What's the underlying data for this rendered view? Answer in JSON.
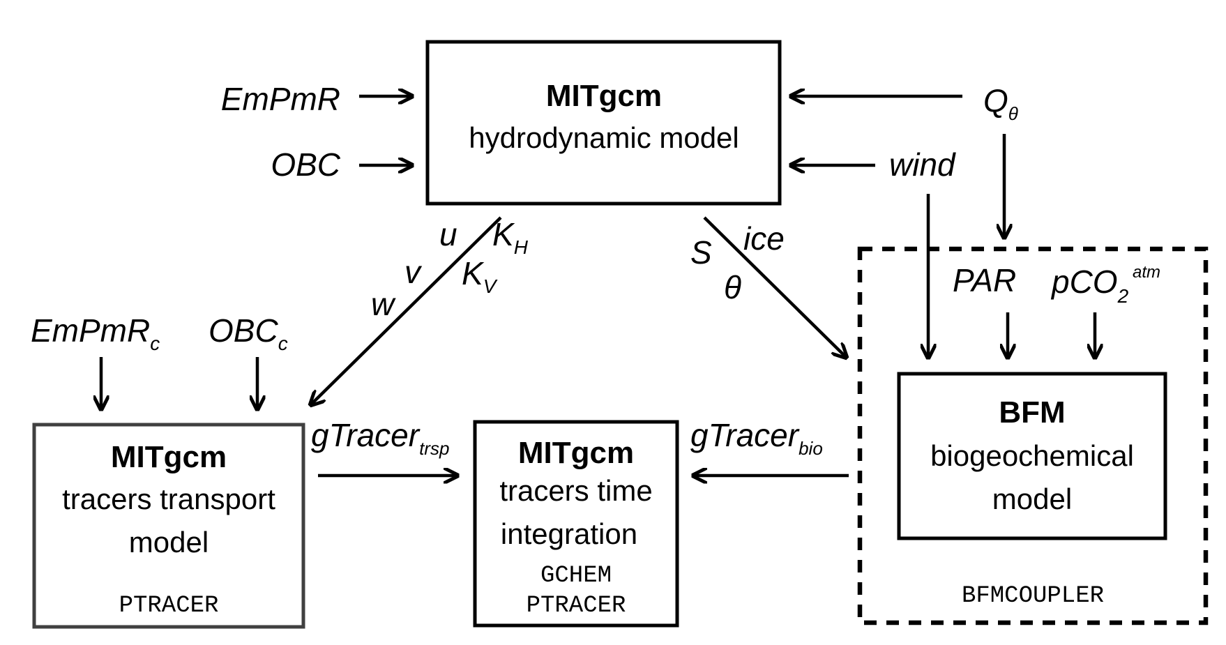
{
  "boxes": {
    "hydro": {
      "title": "MITgcm",
      "line1": "hydrodynamic model"
    },
    "transport": {
      "title": "MITgcm",
      "line1": "tracers transport",
      "line2": "model",
      "package": "PTRACER"
    },
    "integration": {
      "title": "MITgcm",
      "line1": "tracers time",
      "line2": "integration",
      "package1": "GCHEM",
      "package2": "PTRACER"
    },
    "bfm": {
      "title": "BFM",
      "line1": "biogeochemical",
      "line2": "model"
    },
    "coupler": {
      "label": "BFMCOUPLER"
    }
  },
  "inputs": {
    "empmr": "EmPmR",
    "obc": "OBC",
    "q_theta": {
      "base": "Q",
      "sub": "θ"
    },
    "wind": "wind",
    "empmr_c": {
      "base": "EmPmR",
      "sub": "c"
    },
    "obc_c": {
      "base": "OBC",
      "sub": "c"
    },
    "par": "PAR",
    "pco2": {
      "base": "pCO",
      "sub": "2",
      "sup": "atm"
    }
  },
  "fluxes": {
    "u": "u",
    "v": "v",
    "w": "w",
    "kh": {
      "base": "K",
      "sub": "H"
    },
    "kv": {
      "base": "K",
      "sub": "V"
    },
    "s": "S",
    "ice": "ice",
    "theta": "θ",
    "gtracer_trsp": {
      "base": "gTracer",
      "sub": "trsp"
    },
    "gtracer_bio": {
      "base": "gTracer",
      "sub": "bio"
    }
  },
  "colors": {
    "ink": "#000000",
    "transport_border": "#404040"
  }
}
